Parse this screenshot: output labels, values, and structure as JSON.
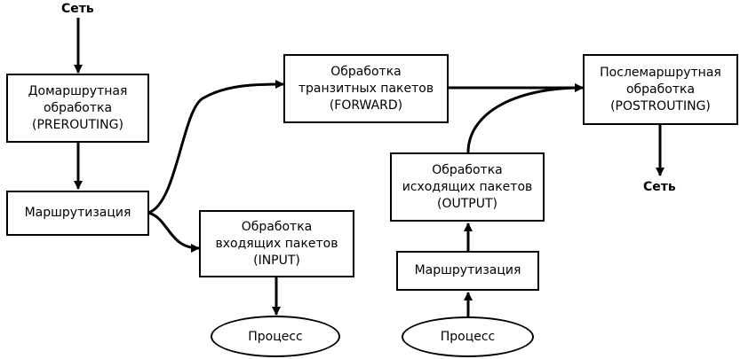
{
  "net_in": "Сеть",
  "net_out": "Сеть",
  "prerouting": [
    "Домаршрутная",
    "обработка",
    "(PREROUTING)"
  ],
  "routing_left": "Маршрутизация",
  "forward": [
    "Обработка",
    "транзитных пакетов",
    "(FORWARD)"
  ],
  "input": [
    "Обработка",
    "входящих пакетов",
    "(INPUT)"
  ],
  "process_left": "Процесс",
  "output": [
    "Обработка",
    "исходящих пакетов",
    "(OUTPUT)"
  ],
  "routing_right": "Маршрутизация",
  "process_right": "Процесс",
  "postrouting": [
    "Послемаршрутная",
    "обработка",
    "(POSTROUTING)"
  ]
}
